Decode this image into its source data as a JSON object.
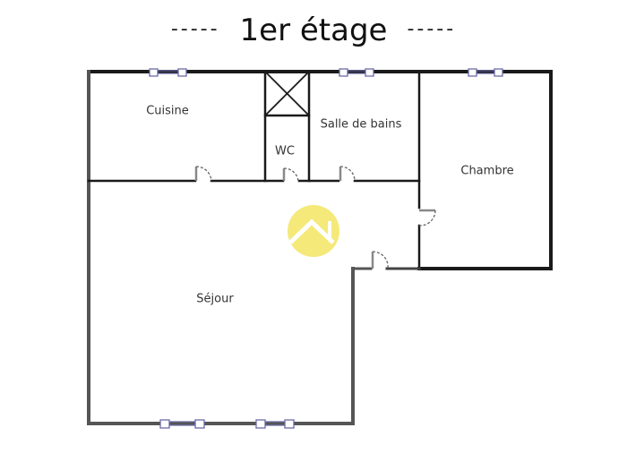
{
  "header": {
    "title": "1er étage",
    "left_dashes": "-----",
    "right_dashes": "-----"
  },
  "rooms": [
    {
      "name": "Cuisine"
    },
    {
      "name": "WC"
    },
    {
      "name": "Salle de bains"
    },
    {
      "name": "Chambre"
    },
    {
      "name": "Séjour"
    }
  ],
  "icons": {
    "shaft": "cross-box-icon",
    "logo": "house-logo-icon",
    "window": "window-icon",
    "door": "door-swing-icon"
  },
  "colors": {
    "wall": "#1a1a1a",
    "wall_light": "#555555",
    "window": "#6a6aa8",
    "window_fill": "#ffffff",
    "logo": "#f3e76a"
  }
}
